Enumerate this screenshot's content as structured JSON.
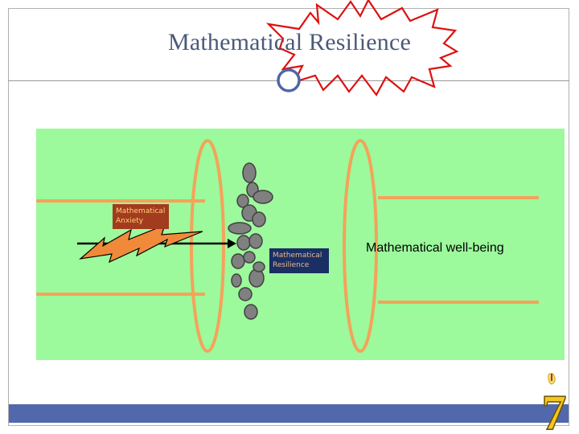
{
  "slide": {
    "title": "Mathematical Resilience",
    "colors": {
      "panel": "#9cf99c",
      "tube": "#f4a35a",
      "stone": "#808080",
      "burst_stroke": "#dd1111",
      "circle": "#4e66a8",
      "lightning": "#f08a3a",
      "footer": "#5268ad"
    }
  },
  "diagram": {
    "anxiety_label": "Mathematical Anxiety",
    "resilience_label": "Mathematical Resilience",
    "wellbeing_label": "Mathematical well-being"
  },
  "slide_number": "7"
}
